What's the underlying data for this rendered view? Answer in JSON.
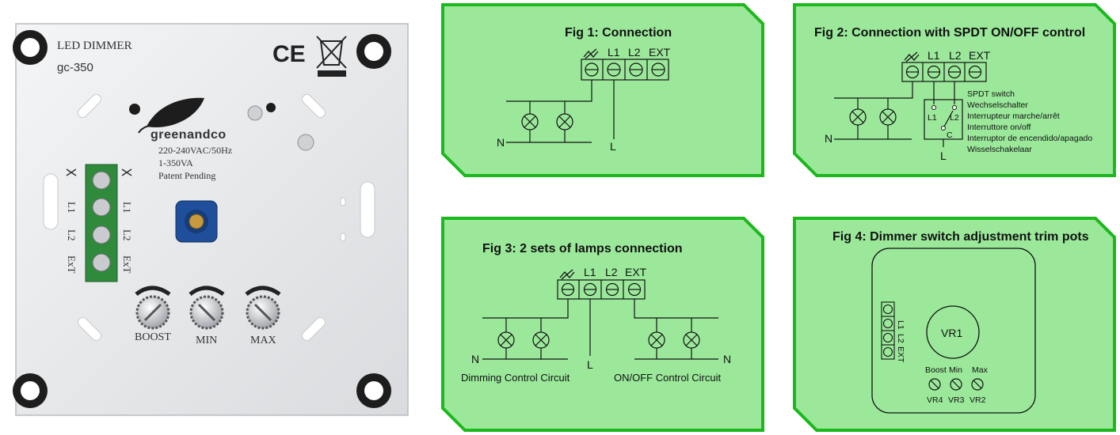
{
  "colors": {
    "panel_fill": "#9be89b",
    "panel_border": "#1db81d",
    "plate": "#e9eaeb",
    "terminal_green": "#2f8a3c",
    "knob_blue": "#1f4f9a"
  },
  "device": {
    "product_name": "LED DIMMER",
    "model": "gc-350",
    "brand": "greenandco",
    "rating_voltage": "220-240VAC/50Hz",
    "rating_power": "1-350VA",
    "patent": "Patent Pending",
    "terminals": [
      "L1",
      "L2",
      "ExT"
    ],
    "trims": [
      "BOOST",
      "MIN",
      "MAX"
    ],
    "ce_mark": "CE"
  },
  "fig1": {
    "title": "Fig 1: Connection",
    "terminals": [
      "L1",
      "L2",
      "EXT"
    ],
    "neutral": "N",
    "line": "L"
  },
  "fig2": {
    "title": "Fig 2: Connection with SPDT ON/OFF control",
    "terminals": [
      "L1",
      "L2",
      "EXT"
    ],
    "neutral": "N",
    "line": "L",
    "switch_l1": "L1",
    "switch_l2": "L2",
    "switch_c": "C",
    "switch_labels": [
      "SPDT switch",
      "Wechselschalter",
      "Interrupteur marche/arrêt",
      "Interruttore on/off",
      "Interruptor de encendido/apagado",
      "Wisselschakelaar"
    ]
  },
  "fig3": {
    "title": "Fig 3: 2 sets of lamps connection",
    "terminals": [
      "L1",
      "L2",
      "EXT"
    ],
    "neutral_left": "N",
    "neutral_right": "N",
    "line": "L",
    "left_caption": "Dimming Control Circuit",
    "right_caption": "ON/OFF Control Circuit"
  },
  "fig4": {
    "title": "Fig 4: Dimmer switch adjustment trim pots",
    "terminals": [
      "L1",
      "L2",
      "EXT"
    ],
    "pot": "VR1",
    "trim_labels": [
      "Boost",
      "Min",
      "Max"
    ],
    "trim_ids": [
      "VR4",
      "VR3",
      "VR2"
    ]
  }
}
